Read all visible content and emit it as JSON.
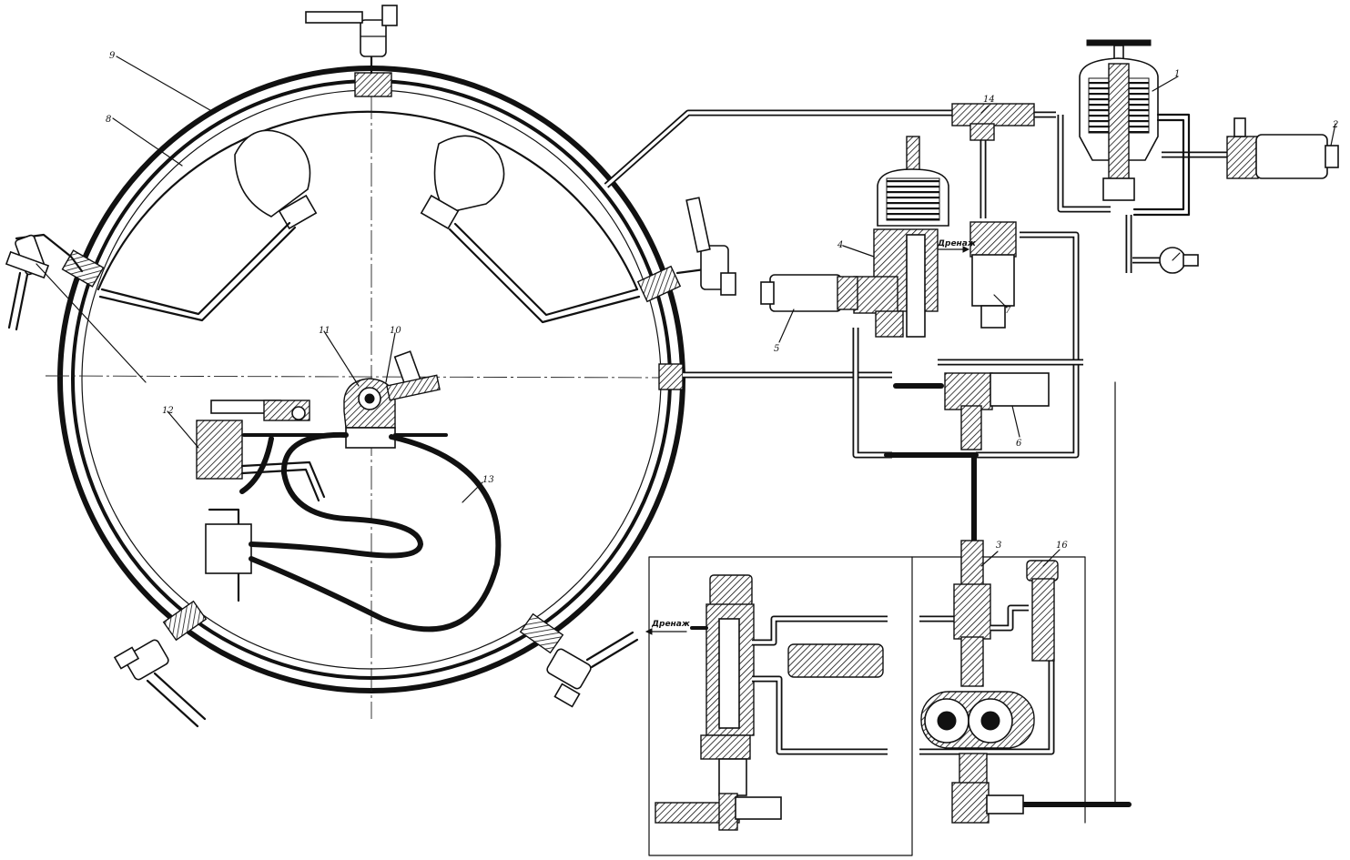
{
  "callouts": [
    "1",
    "2",
    "3",
    "4",
    "5",
    "6",
    "7",
    "8",
    "9",
    "10",
    "11",
    "12",
    "13",
    "14",
    "16"
  ],
  "drain_labels": [
    "Дренаж",
    "Дренаж"
  ]
}
